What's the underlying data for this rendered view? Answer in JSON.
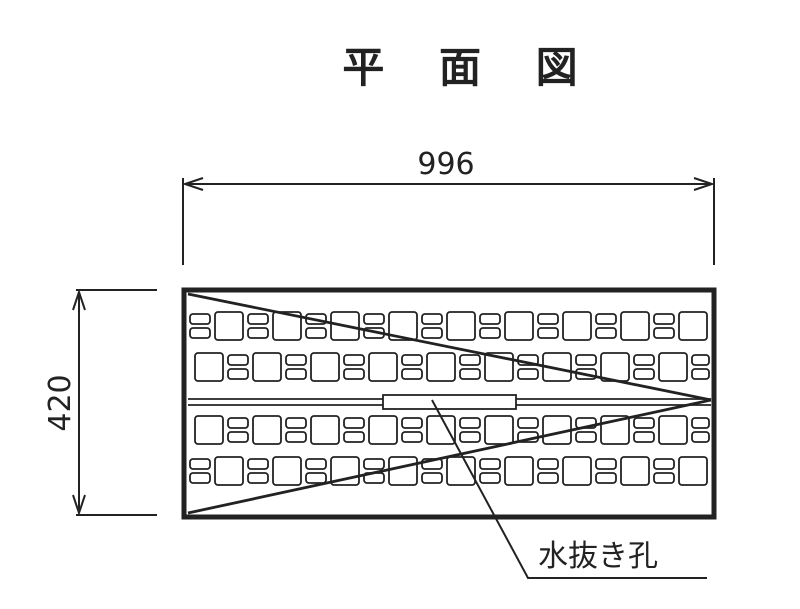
{
  "drawing": {
    "title": "平 面 図",
    "width_dimension": "996",
    "height_dimension": "420",
    "callout_label": "水抜き孔"
  },
  "colors": {
    "line": "#222222",
    "background": "#ffffff"
  }
}
